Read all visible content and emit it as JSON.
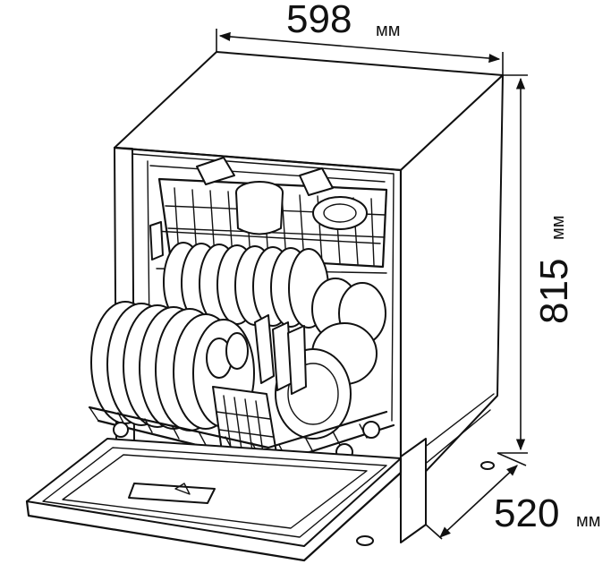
{
  "dimensions": {
    "width": {
      "value": "598",
      "unit": "мм"
    },
    "height": {
      "value": "815",
      "unit": "мм"
    },
    "depth": {
      "value": "520",
      "unit": "мм"
    }
  },
  "colors": {
    "line": "#111111",
    "background": "#ffffff"
  },
  "icons": {
    "arrow": "dimension-arrow"
  }
}
